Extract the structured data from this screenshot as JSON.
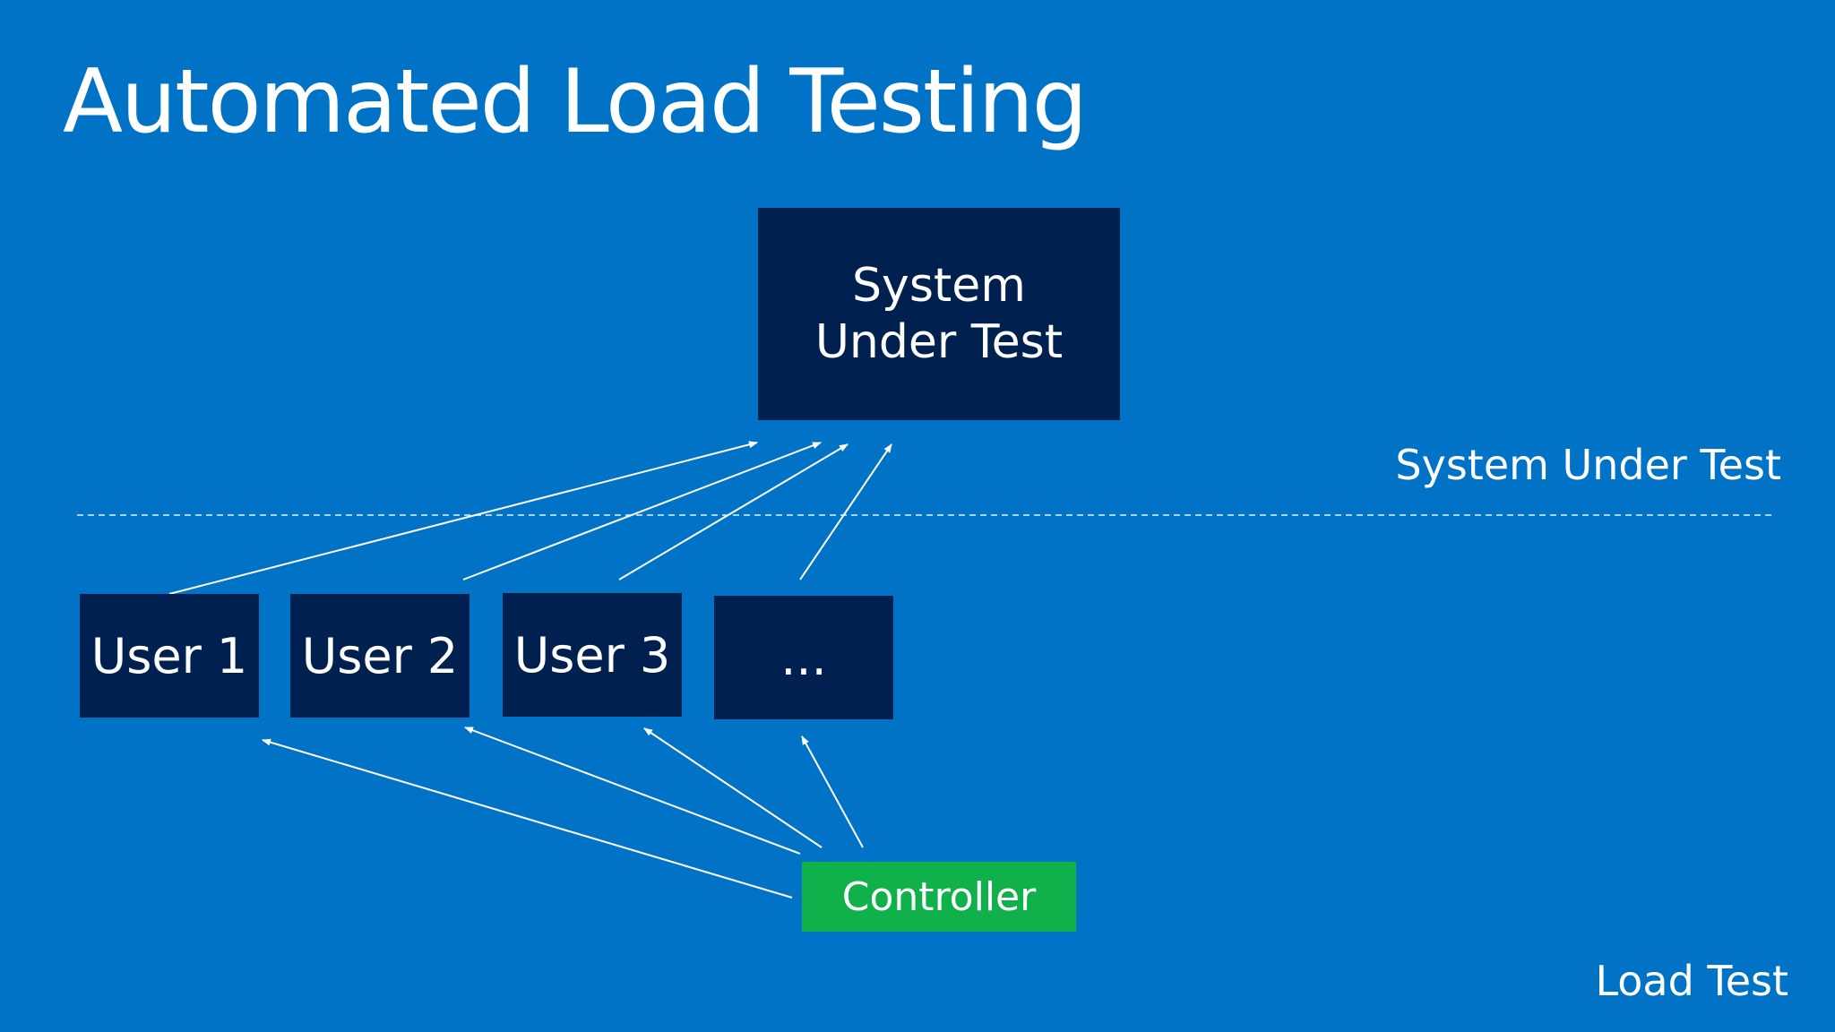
{
  "slide": {
    "title": "Automated Load Testing"
  },
  "nodes": {
    "system_under_test": "System Under Test",
    "users": [
      "User 1",
      "User 2",
      "User 3",
      "..."
    ],
    "controller": "Controller"
  },
  "zones": {
    "upper": "System Under Test",
    "lower": "Load Test"
  },
  "colors": {
    "background": "#0173c7",
    "box": "#002050",
    "controller": "#10b14b",
    "line": "#ffffff"
  }
}
